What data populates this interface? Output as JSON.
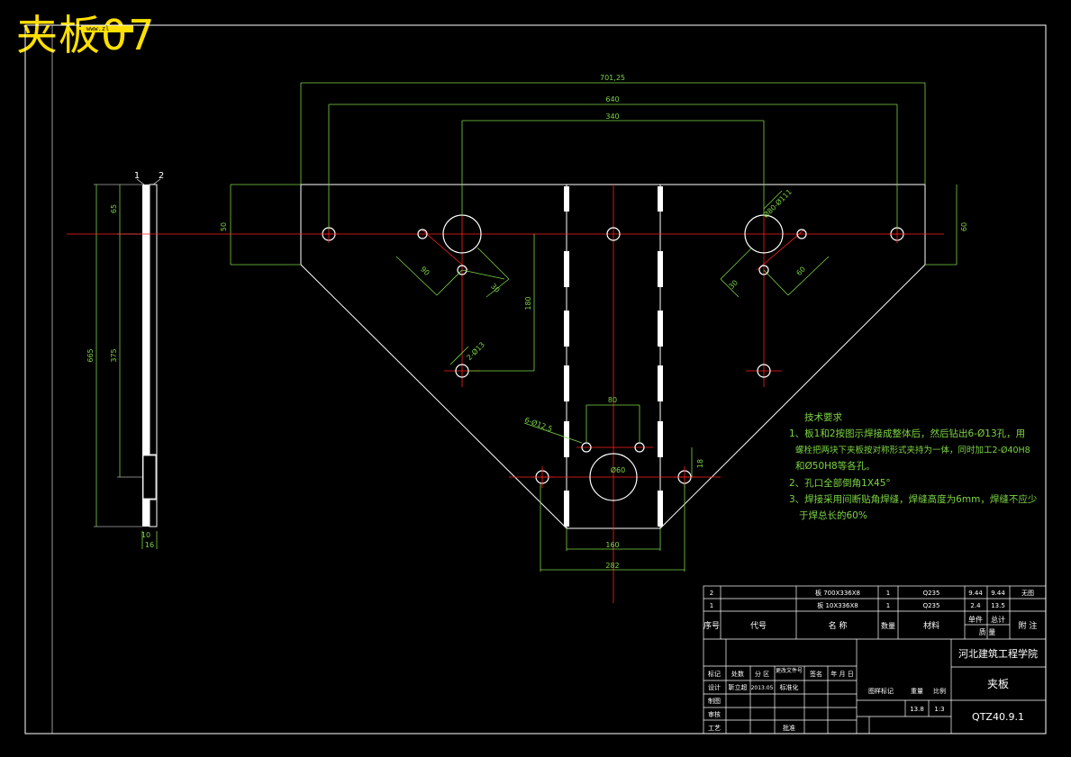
{
  "header": {
    "badge": "夹板07",
    "badge_strip": "www.zl"
  },
  "dims": {
    "overall_701": "701,25",
    "holes_640": "640",
    "inner_340": "340",
    "left_50": "50",
    "right_60": "60",
    "v_180": "180",
    "slot_90": "90",
    "slot_30": "30",
    "slot_60": "60",
    "slot_30b": "30",
    "hole_2_013": "2-Ø13",
    "hole_6_012": "6-Ø12.5",
    "hole_80": "80",
    "bore_dia": "Ø60",
    "big_hole": "Ø80-Ø111",
    "bottom_160": "160",
    "bottom_282": "282",
    "right_18": "18",
    "side_65": "65",
    "side_375": "375",
    "side_total": "665",
    "side_10": "10",
    "side_16": "16",
    "part_1": "1",
    "part_2": "2"
  },
  "notes": {
    "heading": "技术要求",
    "line1": "1、板1和2按图示焊接成整体后，然后钻出6-Ø13孔，用",
    "line2": "螺栓把两块下夹板按对称形式夹持为一体，同时加工2-Ø40H8",
    "line3": "和Ø50H8等各孔。",
    "line4": "2、孔口全部倒角1X45°",
    "line5": "3、焊接采用间断贴角焊缝，焊缝高度为6mm，焊缝不应少",
    "line6": "于焊总长的60%"
  },
  "bom": {
    "rows": [
      {
        "no": "2",
        "code": "",
        "name": "板 700X336X8",
        "qty": "1",
        "material": "Q235",
        "unit": "9.44",
        "total": "9.44",
        "remark": "无图"
      },
      {
        "no": "1",
        "code": "",
        "name": "板 10X336X8",
        "qty": "1",
        "material": "Q235",
        "unit": "2.4",
        "total": "13.5",
        "remark": ""
      }
    ],
    "headers": {
      "no": "序号",
      "code": "代号",
      "name": "名  称",
      "qty": "数量",
      "material": "材料",
      "weight_unit": "单件",
      "weight_total": "总计",
      "weight": "质  量",
      "remark": "附 注"
    }
  },
  "titleblock": {
    "school": "河北建筑工程学院",
    "part_name": "夹板",
    "drawing_no": "QTZ40.9.1",
    "stage_label": "图样标记",
    "weight_label": "重量",
    "scale_label": "比例",
    "weight_value": "13.8",
    "scale_value": "1:3",
    "rev_headers": [
      "标记",
      "处数",
      "分 区",
      "更改文件号",
      "签名",
      "年 月 日"
    ],
    "design_label": "设计",
    "designer": "靳立超",
    "date": "2013.05",
    "std_label": "标准化",
    "draft_label": "制图",
    "check_label": "审核",
    "process_label": "工艺",
    "approve_label": "批准"
  }
}
